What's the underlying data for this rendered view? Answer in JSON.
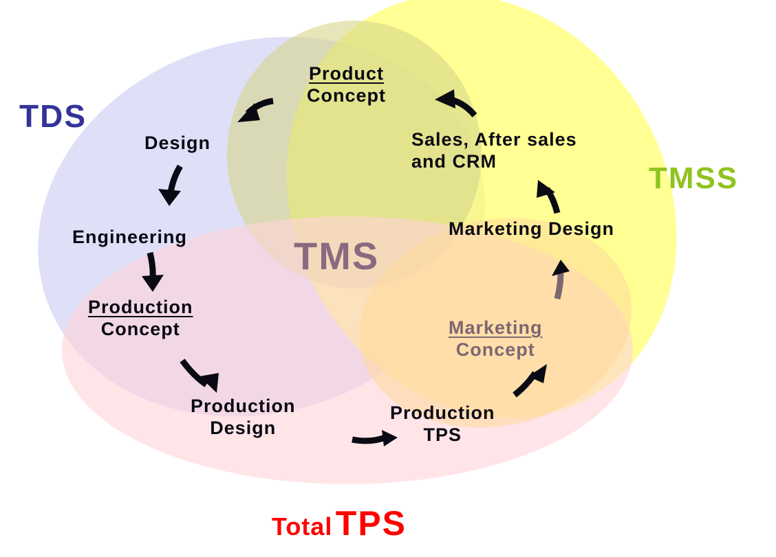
{
  "diagram": {
    "systems": {
      "tds": {
        "label": "TDS",
        "color": "#33339a",
        "fill": "#d9d9f7"
      },
      "tmss": {
        "label": "TMSS",
        "color": "#8fc31f",
        "fill": "#ffff80"
      },
      "tps": {
        "label_prefix": "Total",
        "label": "TPS",
        "color": "#ff0000",
        "fill": "#ffdede"
      },
      "tms": {
        "label": "TMS",
        "color": "#8a6a80"
      },
      "product_concept_zone": {
        "fill": "#e0df9a"
      }
    },
    "steps": [
      {
        "id": "product-concept",
        "line1": "Product",
        "line2": "Concept"
      },
      {
        "id": "design",
        "line1": "Design"
      },
      {
        "id": "engineering",
        "line1": "Engineering"
      },
      {
        "id": "production-concept",
        "line1": "Production",
        "line2": "Concept"
      },
      {
        "id": "production-design",
        "line1": "Production",
        "line2": "Design"
      },
      {
        "id": "production-tps",
        "line1": "Production",
        "line2": "TPS"
      },
      {
        "id": "marketing-concept",
        "line1": "Marketing",
        "line2": "Concept"
      },
      {
        "id": "marketing-design",
        "line1": "Marketing Design"
      },
      {
        "id": "sales-crm",
        "line1": "Sales, After sales",
        "line2": "and CRM"
      }
    ],
    "arrow_color": "#0a0a14",
    "faded_text_color": "#7d6670"
  }
}
